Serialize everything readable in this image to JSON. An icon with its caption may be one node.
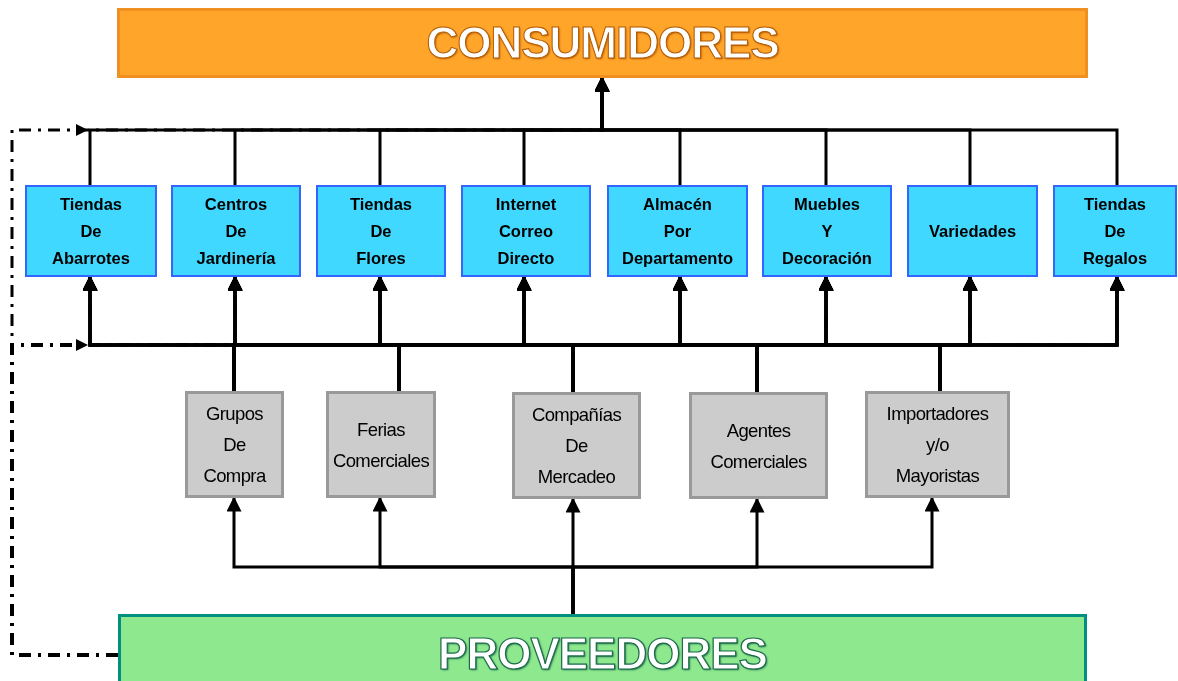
{
  "diagram": {
    "nodes": [
      {
        "text": [
          "CONSUMIDORES"
        ]
      },
      {
        "text": [
          "Tiendas De Abarrotes"
        ]
      },
      {
        "text": [
          "Centros De Jardinería"
        ]
      },
      {
        "text": [
          "Tiendas De Flores"
        ]
      },
      {
        "text": [
          "Internet Correo Directo"
        ]
      },
      {
        "text": [
          "Almacén Por Departamento"
        ]
      },
      {
        "text": [
          "Muebles Y Decoración"
        ]
      },
      {
        "text": [
          "Variedades"
        ]
      },
      {
        "text": [
          "Tiendas De Regalos"
        ]
      },
      {
        "text": [
          "Grupos De Compra"
        ]
      },
      {
        "text": [
          "Ferias Comerciales"
        ]
      },
      {
        "text": [
          "Compañías De Mercadeo"
        ]
      },
      {
        "text": [
          "Agentes Comerciales"
        ]
      },
      {
        "text": [
          "Importadores y/o Mayoristas"
        ]
      },
      {
        "text": [
          "PROVEEDORES"
        ]
      }
    ],
    "edges": [
      {
        "from": 1,
        "to": 0,
        "arrow": "to"
      },
      {
        "from": 2,
        "to": 0,
        "arrow": "to"
      },
      {
        "from": 3,
        "to": 0,
        "arrow": "to"
      },
      {
        "from": 4,
        "to": 0,
        "arrow": "to"
      },
      {
        "from": 5,
        "to": 0,
        "arrow": "to"
      },
      {
        "from": 6,
        "to": 0,
        "arrow": "to"
      },
      {
        "from": 7,
        "to": 0,
        "arrow": "to"
      },
      {
        "from": 8,
        "to": 0,
        "arrow": "to"
      },
      {
        "from": 9,
        "to": 1,
        "arrow": "to"
      },
      {
        "from": 9,
        "to": 2,
        "arrow": "to"
      },
      {
        "from": 9,
        "to": 3,
        "arrow": "to"
      },
      {
        "from": 9,
        "to": 4,
        "arrow": "to"
      },
      {
        "from": 9,
        "to": 5,
        "arrow": "to"
      },
      {
        "from": 9,
        "to": 6,
        "arrow": "to"
      },
      {
        "from": 9,
        "to": 7,
        "arrow": "to"
      },
      {
        "from": 9,
        "to": 8,
        "arrow": "to"
      },
      {
        "from": 10,
        "to": 1,
        "arrow": "to"
      },
      {
        "from": 10,
        "to": 2,
        "arrow": "to"
      },
      {
        "from": 10,
        "to": 3,
        "arrow": "to"
      },
      {
        "from": 10,
        "to": 4,
        "arrow": "to"
      },
      {
        "from": 10,
        "to": 5,
        "arrow": "to"
      },
      {
        "from": 10,
        "to": 6,
        "arrow": "to"
      },
      {
        "from": 10,
        "to": 7,
        "arrow": "to"
      },
      {
        "from": 10,
        "to": 8,
        "arrow": "to"
      },
      {
        "from": 11,
        "to": 1,
        "arrow": "to"
      },
      {
        "from": 11,
        "to": 2,
        "arrow": "to"
      },
      {
        "from": 11,
        "to": 3,
        "arrow": "to"
      },
      {
        "from": 11,
        "to": 4,
        "arrow": "to"
      },
      {
        "from": 11,
        "to": 5,
        "arrow": "to"
      },
      {
        "from": 11,
        "to": 6,
        "arrow": "to"
      },
      {
        "from": 11,
        "to": 7,
        "arrow": "to"
      },
      {
        "from": 11,
        "to": 8,
        "arrow": "to"
      },
      {
        "from": 12,
        "to": 1,
        "arrow": "to"
      },
      {
        "from": 12,
        "to": 2,
        "arrow": "to"
      },
      {
        "from": 12,
        "to": 3,
        "arrow": "to"
      },
      {
        "from": 12,
        "to": 4,
        "arrow": "to"
      },
      {
        "from": 12,
        "to": 5,
        "arrow": "to"
      },
      {
        "from": 12,
        "to": 6,
        "arrow": "to"
      },
      {
        "from": 12,
        "to": 7,
        "arrow": "to"
      },
      {
        "from": 12,
        "to": 8,
        "arrow": "to"
      },
      {
        "from": 13,
        "to": 1,
        "arrow": "to"
      },
      {
        "from": 13,
        "to": 2,
        "arrow": "to"
      },
      {
        "from": 13,
        "to": 3,
        "arrow": "to"
      },
      {
        "from": 13,
        "to": 4,
        "arrow": "to"
      },
      {
        "from": 13,
        "to": 5,
        "arrow": "to"
      },
      {
        "from": 13,
        "to": 6,
        "arrow": "to"
      },
      {
        "from": 13,
        "to": 7,
        "arrow": "to"
      },
      {
        "from": 13,
        "to": 8,
        "arrow": "to"
      },
      {
        "from": 14,
        "to": 9,
        "arrow": "to"
      },
      {
        "from": 14,
        "to": 10,
        "arrow": "to"
      },
      {
        "from": 14,
        "to": 11,
        "arrow": "to"
      },
      {
        "from": 14,
        "to": 12,
        "arrow": "to"
      },
      {
        "from": 14,
        "to": 13,
        "arrow": "to"
      },
      {
        "from": 14,
        "to": 0,
        "arrow": "to",
        "style": "dashed"
      },
      {
        "from": 14,
        "to": 1,
        "arrow": "to",
        "style": "dashed"
      },
      {
        "from": 14,
        "to": 2,
        "arrow": "to",
        "style": "dashed"
      },
      {
        "from": 14,
        "to": 3,
        "arrow": "to",
        "style": "dashed"
      },
      {
        "from": 14,
        "to": 4,
        "arrow": "to",
        "style": "dashed"
      },
      {
        "from": 14,
        "to": 5,
        "arrow": "to",
        "style": "dashed"
      },
      {
        "from": 14,
        "to": 6,
        "arrow": "to",
        "style": "dashed"
      },
      {
        "from": 14,
        "to": 7,
        "arrow": "to",
        "style": "dashed"
      },
      {
        "from": 14,
        "to": 8,
        "arrow": "to",
        "style": "dashed"
      }
    ]
  }
}
